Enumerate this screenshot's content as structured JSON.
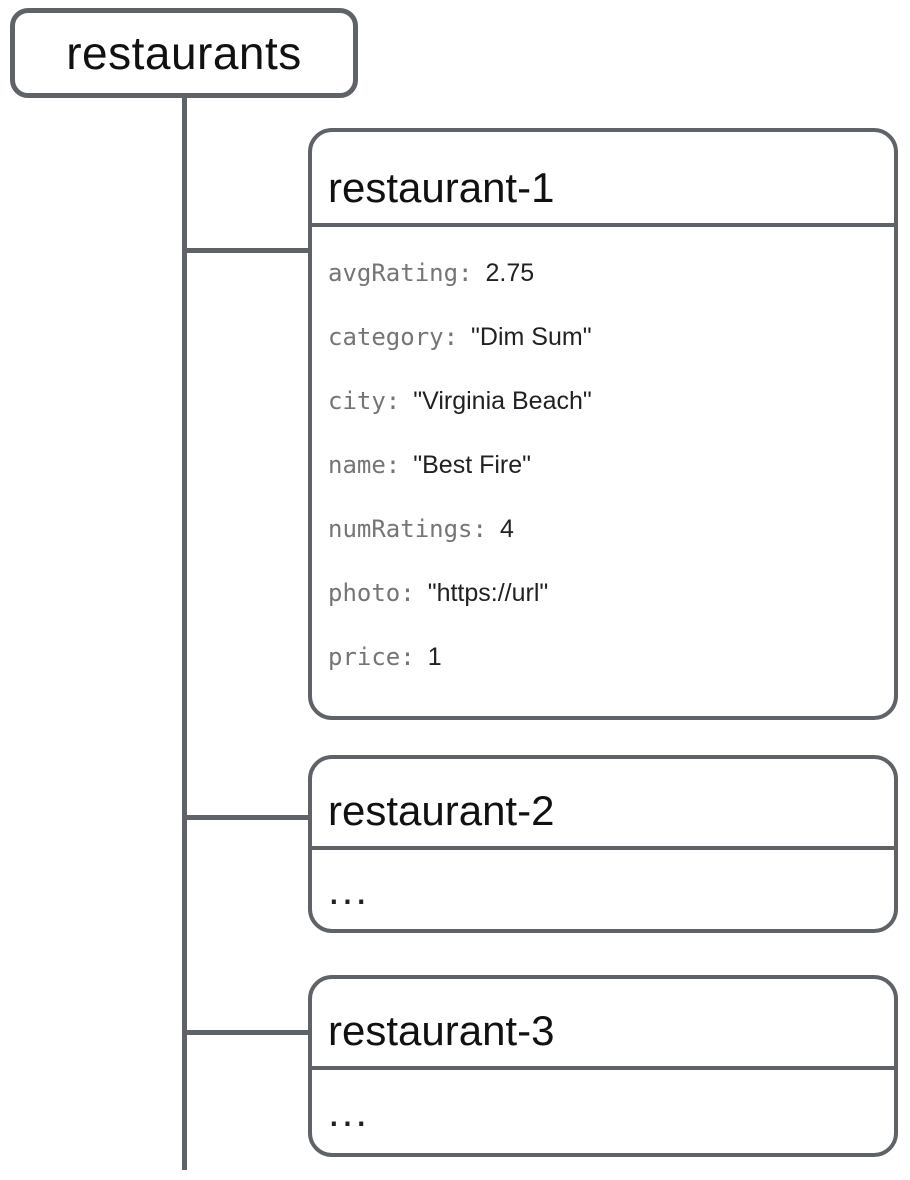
{
  "diagram": {
    "root": {
      "label": "restaurants"
    },
    "children": [
      {
        "title": "restaurant-1",
        "fields": [
          {
            "key": "avgRating:",
            "value": "2.75"
          },
          {
            "key": "category:",
            "value": "\"Dim Sum\""
          },
          {
            "key": "city:",
            "value": "\"Virginia Beach\""
          },
          {
            "key": "name:",
            "value": "\"Best Fire\""
          },
          {
            "key": "numRatings:",
            "value": "4"
          },
          {
            "key": "photo:",
            "value": "\"https://url\""
          },
          {
            "key": "price:",
            "value": "1"
          }
        ]
      },
      {
        "title": "restaurant-2",
        "placeholder": "..."
      },
      {
        "title": "restaurant-3",
        "placeholder": "..."
      }
    ],
    "colors": {
      "line": "#5f6368",
      "key_text": "#757575",
      "value_text": "#202124",
      "title_text": "#111111",
      "background": "#ffffff"
    }
  }
}
